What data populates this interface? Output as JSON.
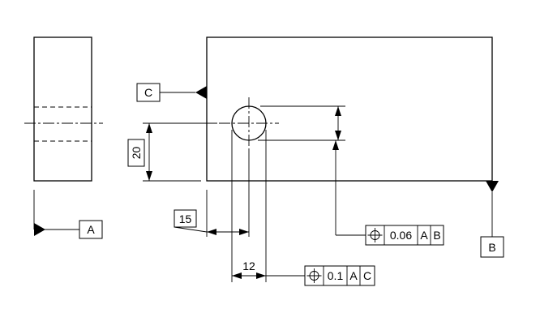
{
  "datums": {
    "a": "A",
    "b": "B",
    "c": "C"
  },
  "dimensions": {
    "height": "20",
    "offset": "15",
    "diameter": "12"
  },
  "frames": {
    "upper": {
      "tolerance": "0.06",
      "primary": "A",
      "secondary": "B"
    },
    "lower": {
      "tolerance": "0.1",
      "primary": "A",
      "secondary": "C"
    }
  },
  "icons": {
    "position_symbol": "position-icon"
  }
}
